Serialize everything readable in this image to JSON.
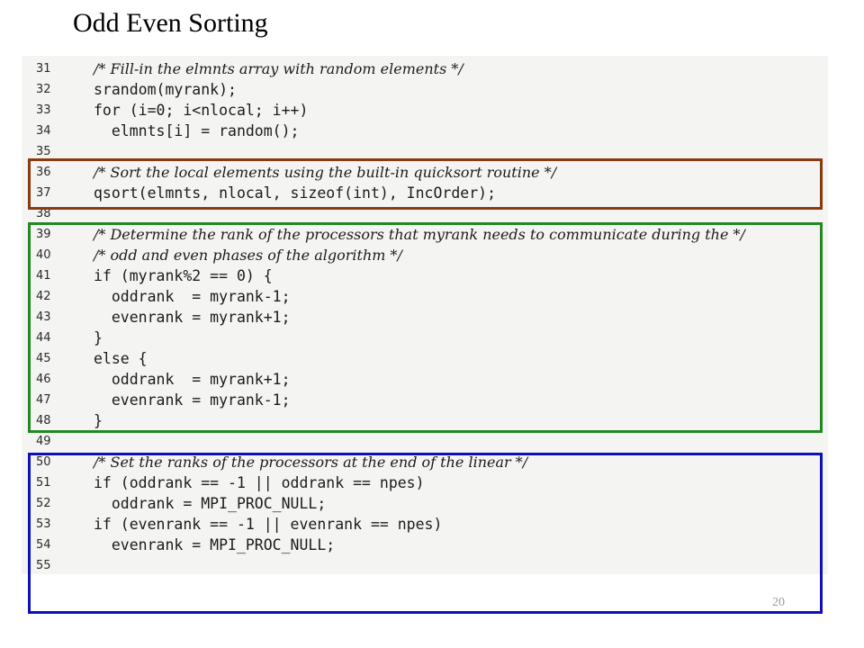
{
  "title": "Odd Even Sorting",
  "page_number": "20",
  "code_lines": [
    {
      "num": "31",
      "text": "/* Fill-in the elmnts array with random elements */",
      "kind": "comment"
    },
    {
      "num": "32",
      "text": "srandom(myrank);",
      "kind": "code"
    },
    {
      "num": "33",
      "text": "for (i=0; i<nlocal; i++)",
      "kind": "code"
    },
    {
      "num": "34",
      "text": "  elmnts[i] = random();",
      "kind": "code"
    },
    {
      "num": "35",
      "text": "",
      "kind": "code"
    },
    {
      "num": "36",
      "text": "/* Sort the local elements using the built-in quicksort routine */",
      "kind": "comment"
    },
    {
      "num": "37",
      "text": "qsort(elmnts, nlocal, sizeof(int), IncOrder);",
      "kind": "code"
    },
    {
      "num": "38",
      "text": "",
      "kind": "code"
    },
    {
      "num": "39",
      "text": "/* Determine the rank of the processors that myrank needs to communicate during the */",
      "kind": "comment"
    },
    {
      "num": "40",
      "text": "/* odd and even phases of the algorithm */",
      "kind": "comment"
    },
    {
      "num": "41",
      "text": "if (myrank%2 == 0) {",
      "kind": "code"
    },
    {
      "num": "42",
      "text": "  oddrank  = myrank-1;",
      "kind": "code"
    },
    {
      "num": "43",
      "text": "  evenrank = myrank+1;",
      "kind": "code"
    },
    {
      "num": "44",
      "text": "}",
      "kind": "code"
    },
    {
      "num": "45",
      "text": "else {",
      "kind": "code"
    },
    {
      "num": "46",
      "text": "  oddrank  = myrank+1;",
      "kind": "code"
    },
    {
      "num": "47",
      "text": "  evenrank = myrank-1;",
      "kind": "code"
    },
    {
      "num": "48",
      "text": "}",
      "kind": "code"
    },
    {
      "num": "49",
      "text": "",
      "kind": "code"
    },
    {
      "num": "50",
      "text": "/* Set the ranks of the processors at the end of the linear */",
      "kind": "comment"
    },
    {
      "num": "51",
      "text": "if (oddrank == -1 || oddrank == npes)",
      "kind": "code"
    },
    {
      "num": "52",
      "text": "  oddrank = MPI_PROC_NULL;",
      "kind": "code"
    },
    {
      "num": "53",
      "text": "if (evenrank == -1 || evenrank == npes)",
      "kind": "code"
    },
    {
      "num": "54",
      "text": "  evenrank = MPI_PROC_NULL;",
      "kind": "code"
    },
    {
      "num": "55",
      "text": "",
      "kind": "code"
    }
  ],
  "highlight_boxes": [
    {
      "name": "sort-section-box",
      "color": "#8b3a0e"
    },
    {
      "name": "rank-section-box",
      "color": "#1f8a1f"
    },
    {
      "name": "boundary-section-box",
      "color": "#1010b8"
    }
  ]
}
